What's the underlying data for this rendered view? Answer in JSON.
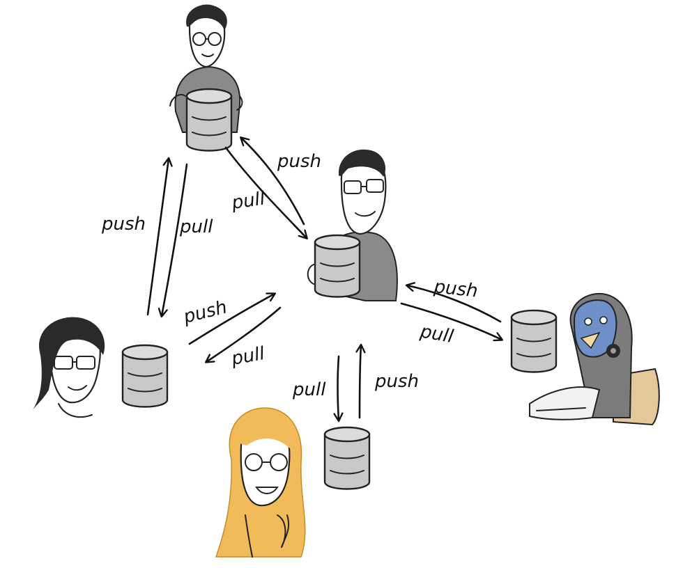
{
  "colors": {
    "ink": "#111111",
    "repo_fill": "#c9c9c9",
    "repo_top": "#dcdcdc",
    "shirt": "#8a8a8a",
    "hair_dark": "#2a2a2a",
    "hair_blonde": "#f1bb5a",
    "penguin_blue": "#6e8fc7"
  },
  "labels": {
    "top_to_center_push": "push",
    "top_to_center_pull": "pull",
    "top_left_push": "push",
    "top_left_pull": "pull",
    "left_push": "push",
    "left_pull": "pull",
    "bottom_pull": "pull",
    "bottom_push": "push",
    "right_push": "push",
    "right_pull": "pull"
  },
  "nodes": [
    {
      "id": "top",
      "icon": "repository-icon",
      "person": "developer-with-glasses"
    },
    {
      "id": "center",
      "icon": "repository-icon",
      "person": "developer-with-glasses"
    },
    {
      "id": "left",
      "icon": "repository-icon",
      "person": "developer-with-glasses"
    },
    {
      "id": "bottom",
      "icon": "repository-icon",
      "person": "blonde-developer"
    },
    {
      "id": "right",
      "icon": "repository-icon",
      "person": "penguin-developer"
    }
  ]
}
